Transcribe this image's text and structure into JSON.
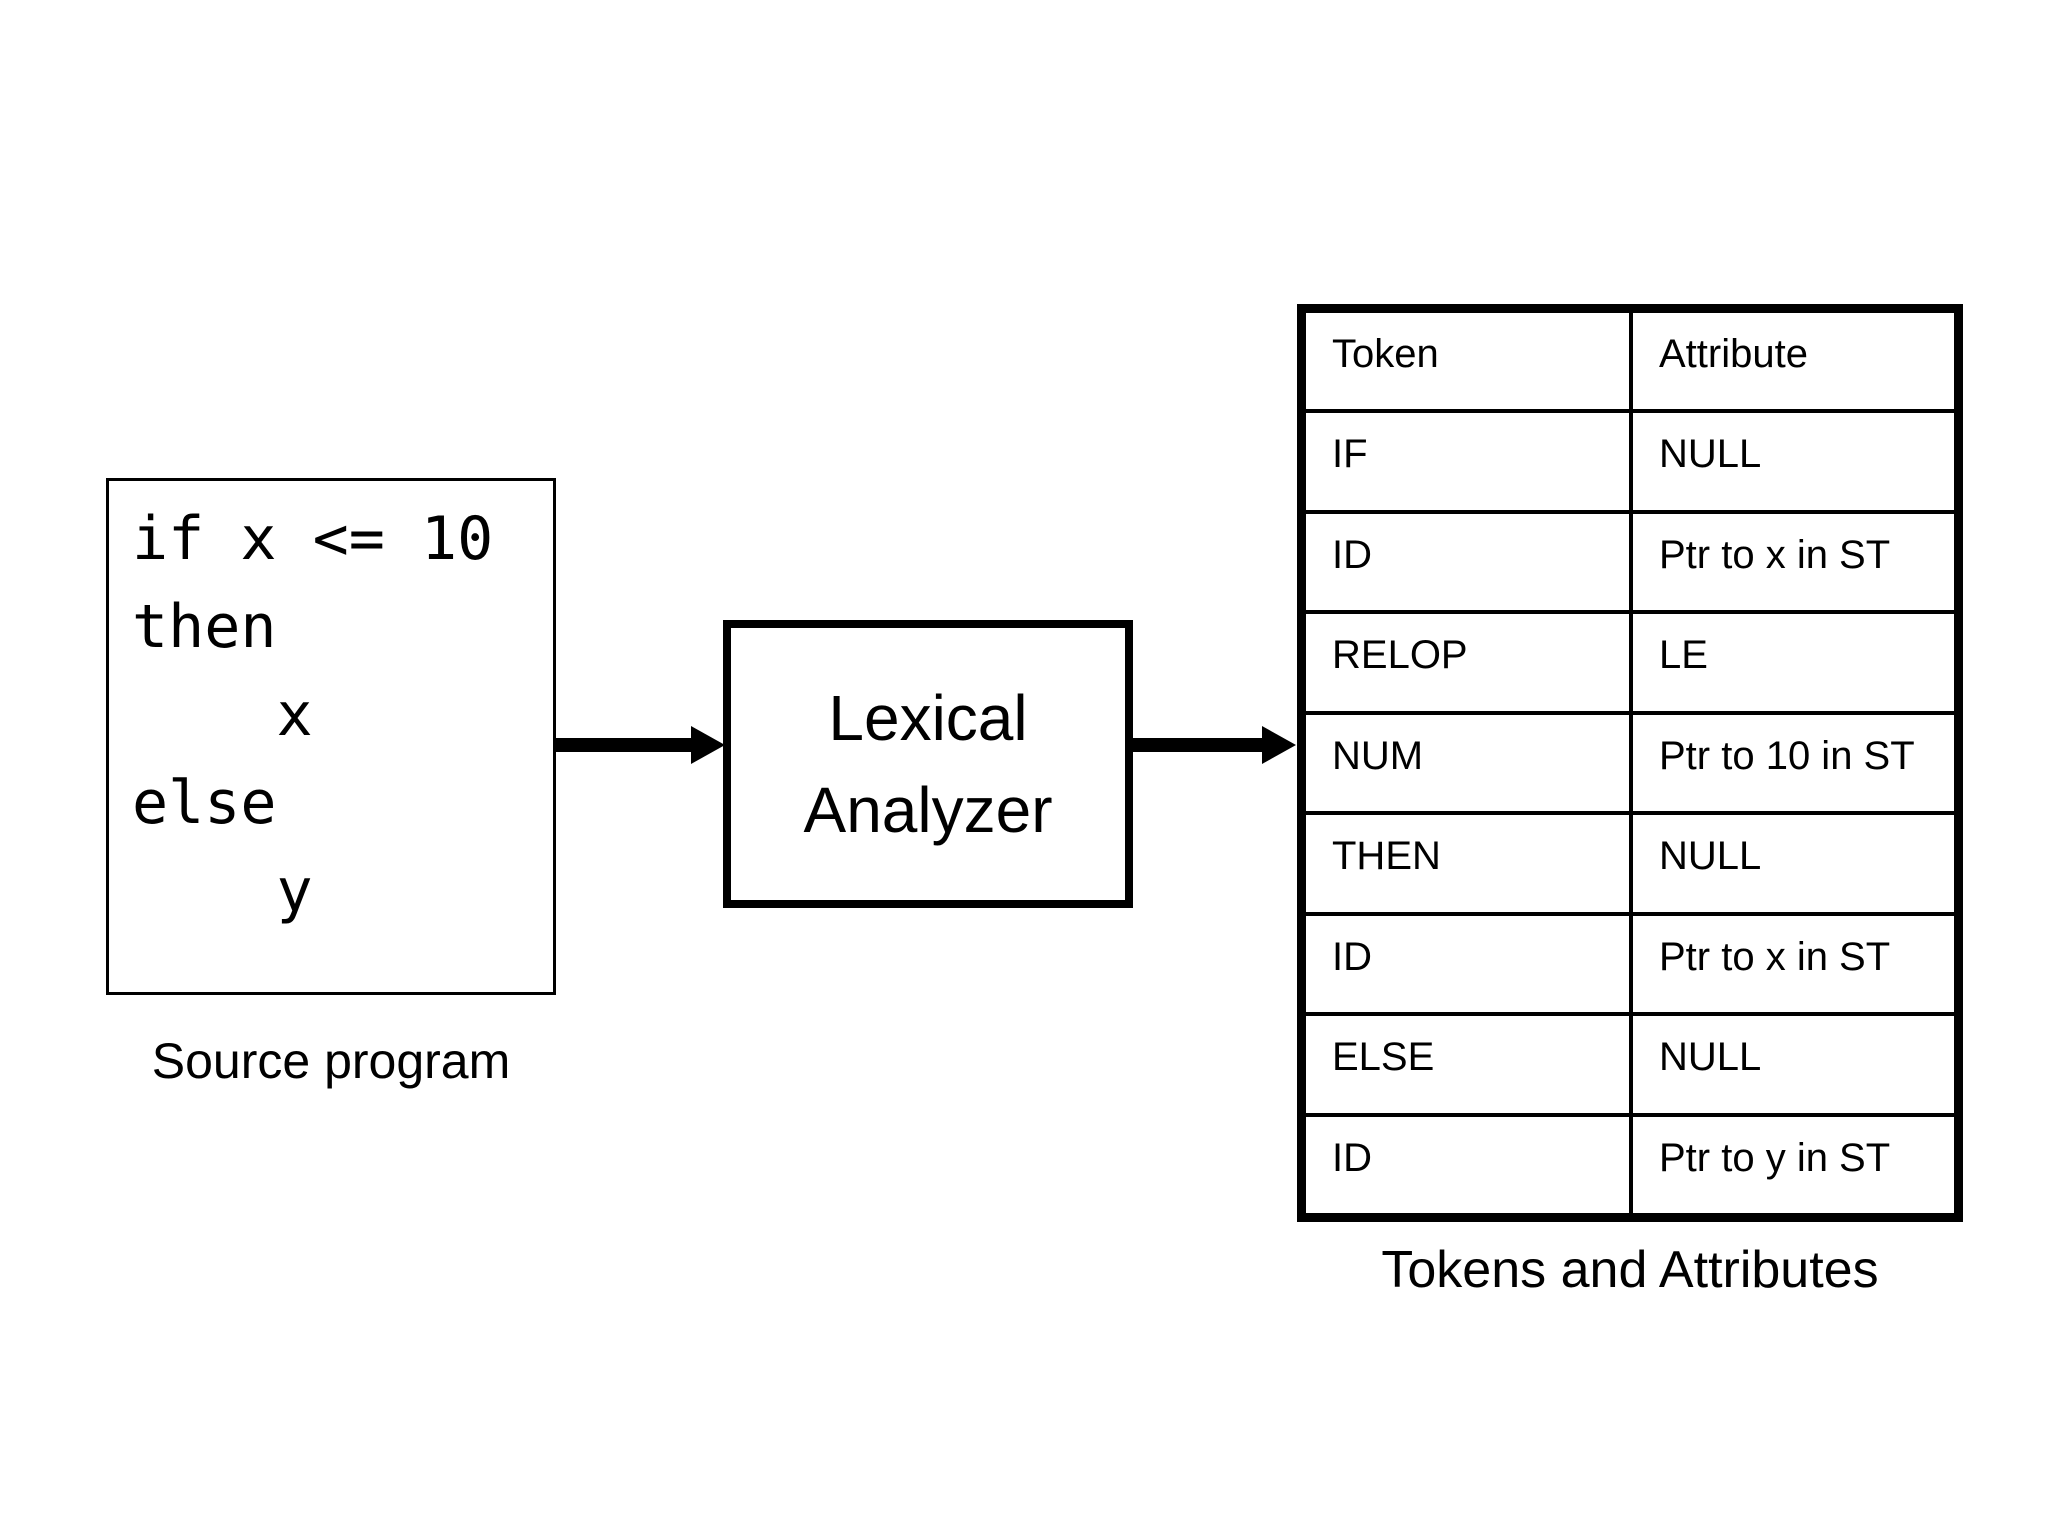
{
  "source": {
    "lines": [
      "if x <= 10",
      "then",
      "    x",
      "else",
      "    y"
    ],
    "caption": "Source program"
  },
  "analyzer": {
    "line1": "Lexical",
    "line2": "Analyzer"
  },
  "table": {
    "headers": [
      "Token",
      "Attribute"
    ],
    "rows": [
      {
        "token": "IF",
        "attribute": "NULL"
      },
      {
        "token": "ID",
        "attribute": "Ptr to x in ST"
      },
      {
        "token": "RELOP",
        "attribute": "LE"
      },
      {
        "token": "NUM",
        "attribute": "Ptr to 10 in ST"
      },
      {
        "token": "THEN",
        "attribute": "NULL"
      },
      {
        "token": "ID",
        "attribute": "Ptr to x in ST"
      },
      {
        "token": "ELSE",
        "attribute": "NULL"
      },
      {
        "token": "ID",
        "attribute": "Ptr to y in ST"
      }
    ],
    "caption": "Tokens and Attributes"
  },
  "colors": {
    "ink": "#000000",
    "background": "#ffffff"
  }
}
